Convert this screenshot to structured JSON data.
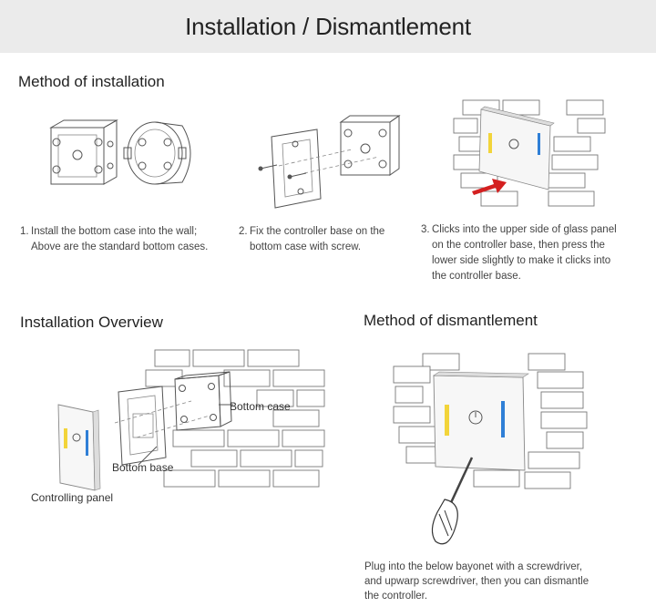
{
  "header": {
    "title": "Installation / Dismantlement"
  },
  "installation": {
    "heading": "Method of installation",
    "steps": [
      {
        "number": "1.",
        "lines": [
          "Install the bottom case into the wall;",
          "Above are the standard bottom cases."
        ]
      },
      {
        "number": "2.",
        "lines": [
          "Fix the controller base on the",
          "bottom case with screw."
        ]
      },
      {
        "number": "3.",
        "lines": [
          "Clicks into the upper side of glass panel",
          "on the controller base, then press the",
          "lower side slightly to make it clicks into",
          "the controller base."
        ]
      }
    ]
  },
  "overview": {
    "heading": "Installation Overview",
    "labels": {
      "bottom_case": "Bottom case",
      "bottom_base": "Bottom base",
      "controlling_panel": "Controlling panel"
    }
  },
  "dismantlement": {
    "heading": "Method of dismantlement",
    "lines": [
      "Plug into the below bayonet with a screwdriver,",
      "and upwarp screwdriver, then you can dismantle",
      "the controller."
    ]
  },
  "colors": {
    "header_bg": "#ebebeb",
    "arrow": "#d42020",
    "warm_light": "#f2d43a",
    "led_blue": "#2f7fd6"
  }
}
